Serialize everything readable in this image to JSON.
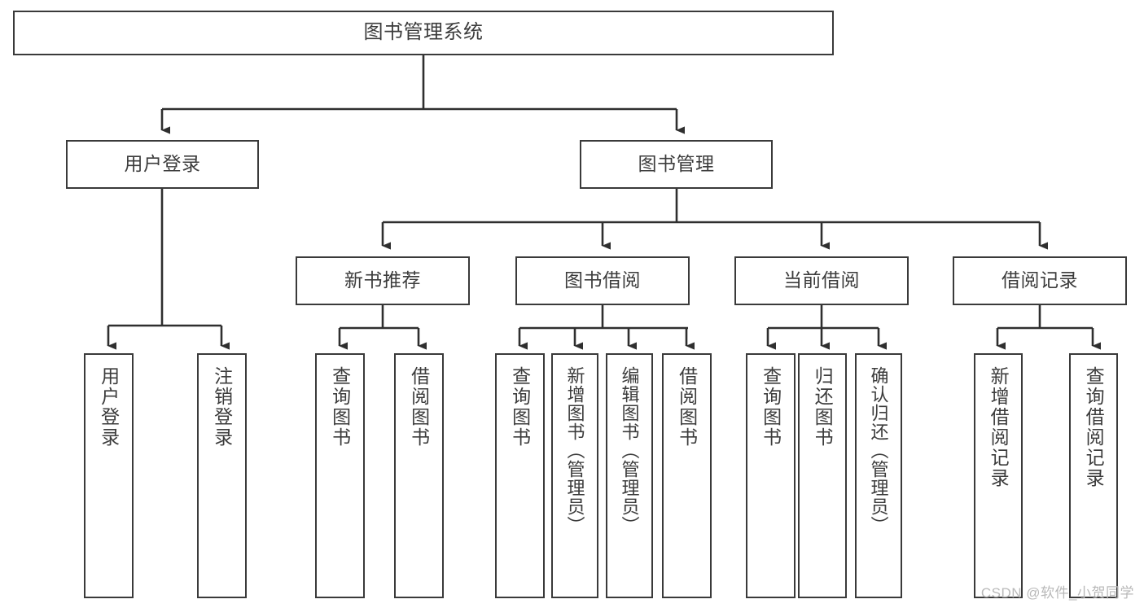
{
  "diagram": {
    "title": "图书管理系统",
    "watermark": "CSDN @软件_小贺同学",
    "colors": {
      "box_border": "#3a3a3a",
      "box_fill": "#ffffff",
      "connector": "#2f2f2f",
      "text": "#3c3c3c",
      "watermark": "#b9b9b9",
      "background": "#ffffff"
    },
    "root": {
      "label": "图书管理系统"
    },
    "level1": [
      {
        "label": "用户登录"
      },
      {
        "label": "图书管理"
      }
    ],
    "level2": [
      {
        "label": "新书推荐"
      },
      {
        "label": "图书借阅"
      },
      {
        "label": "当前借阅"
      },
      {
        "label": "借阅记录"
      }
    ],
    "leaves": {
      "user_login": [
        {
          "label": "用户登录"
        },
        {
          "label": "注销登录"
        }
      ],
      "new_book_recommend": [
        {
          "label": "查询图书"
        },
        {
          "label": "借阅图书"
        }
      ],
      "book_borrow": [
        {
          "label": "查询图书"
        },
        {
          "label": "新增图书（管理员）"
        },
        {
          "label": "编辑图书（管理员）"
        },
        {
          "label": "借阅图书"
        }
      ],
      "current_borrow": [
        {
          "label": "查询图书"
        },
        {
          "label": "归还图书"
        },
        {
          "label": "确认归还（管理员）"
        }
      ],
      "borrow_record": [
        {
          "label": "新增借阅记录"
        },
        {
          "label": "查询借阅记录"
        }
      ]
    }
  }
}
